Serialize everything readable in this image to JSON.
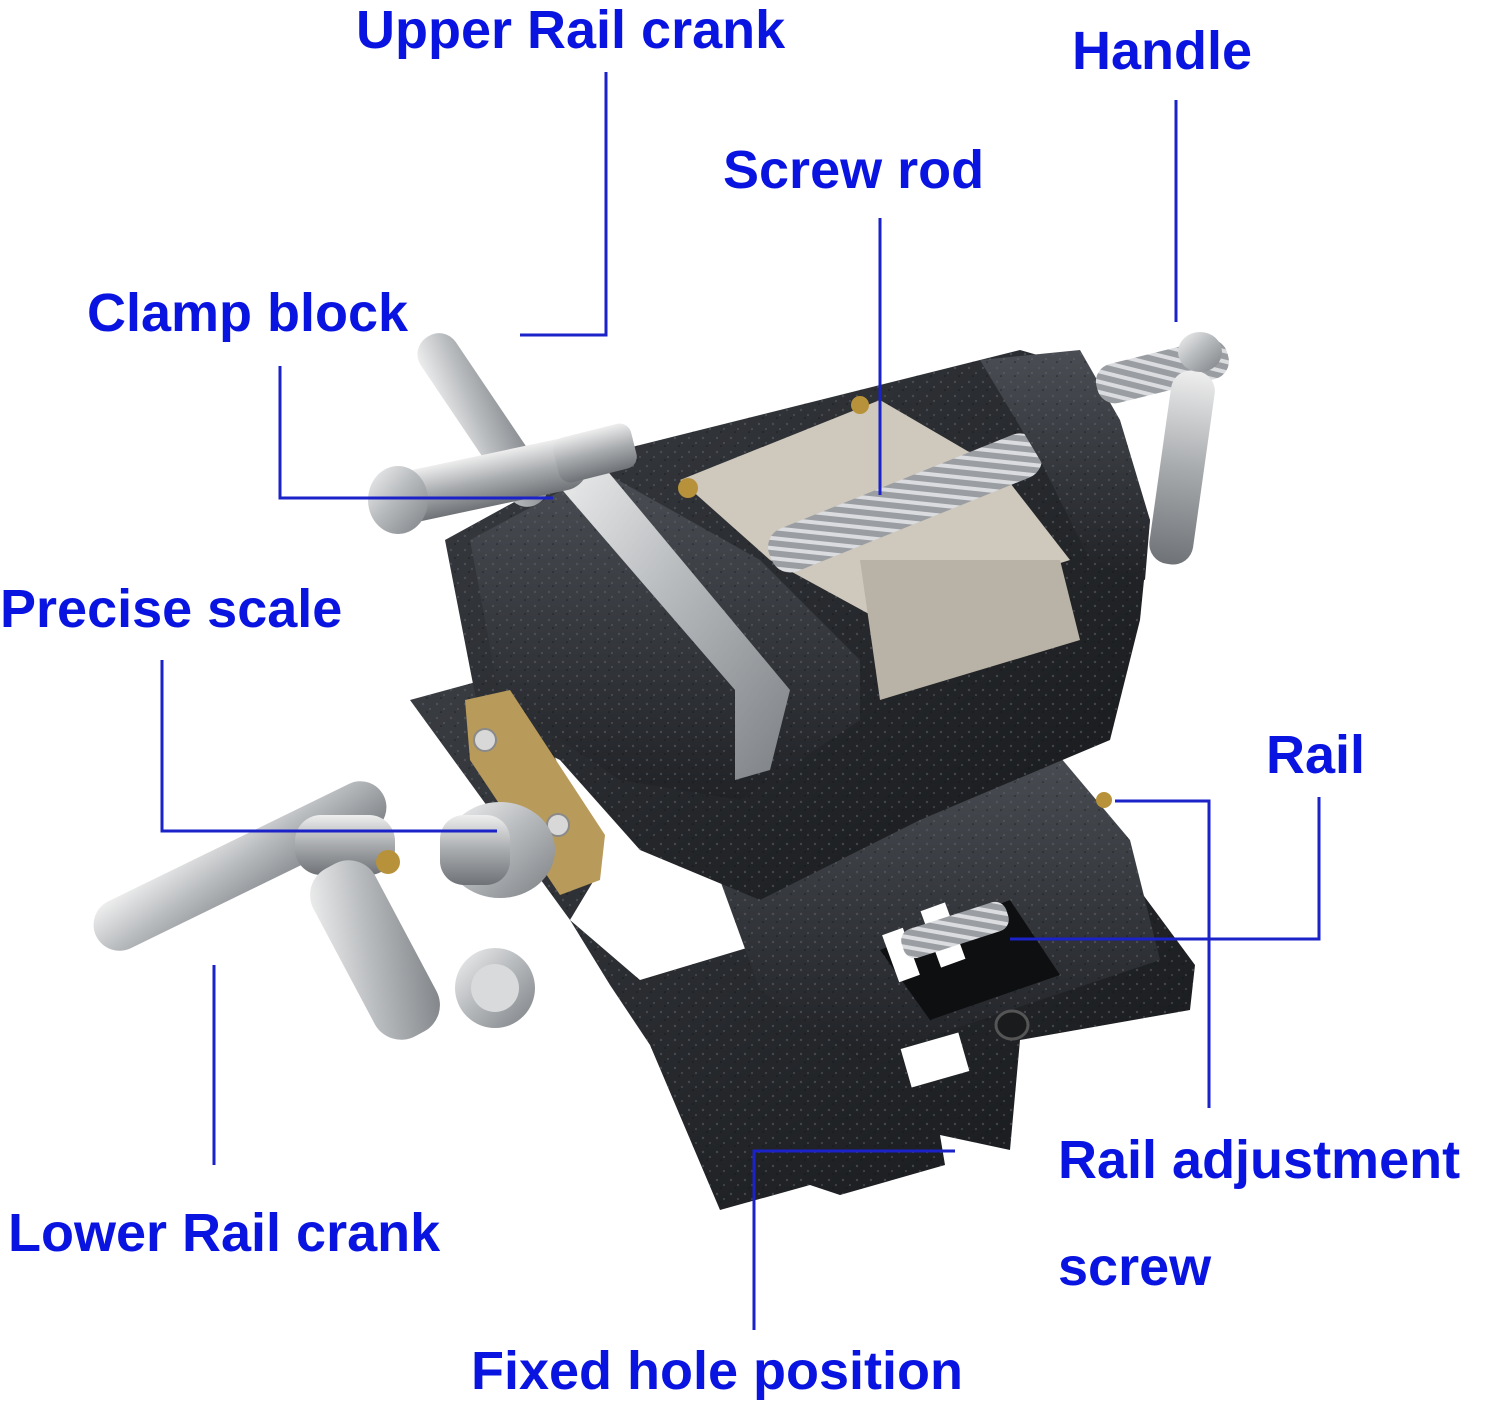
{
  "diagram": {
    "label_color": "#0a14e0",
    "line_color": "#1a22c8",
    "product": "cross-slide-drill-press-vise",
    "labels": {
      "upper_rail_crank": "Upper Rail crank",
      "handle": "Handle",
      "screw_rod": "Screw rod",
      "clamp_block": "Clamp block",
      "precise_scale": "Precise scale",
      "rail": "Rail",
      "rail_adjustment_screw_line1": "Rail adjustment",
      "rail_adjustment_screw_line2": "screw",
      "lower_rail_crank": "Lower Rail crank",
      "fixed_hole_position": "Fixed hole position"
    }
  }
}
